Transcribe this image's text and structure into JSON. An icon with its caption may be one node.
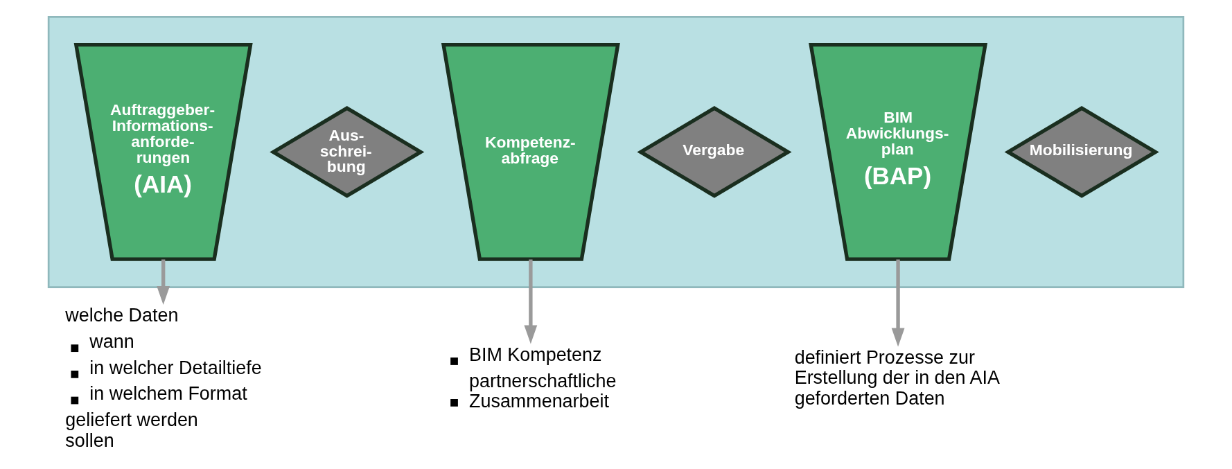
{
  "diagram": {
    "nodes": [
      {
        "text": [],
        "shape": "arrow"
      },
      {
        "text": [
          "Auftraggeber- Informations- anforde- rungen",
          "(AIA)"
        ],
        "in": 0
      },
      {
        "text": [
          "Aus- schrei- bung"
        ],
        "in": 0
      },
      {
        "text": [
          "Kompetenz- abfrage"
        ],
        "in": 0
      },
      {
        "text": [
          "Vergabe"
        ],
        "in": 0
      },
      {
        "text": [
          "BIM Abwicklungs- plan",
          "(BAP)"
        ],
        "in": 0
      },
      {
        "text": [
          "Mobilisierung"
        ],
        "in": 0
      },
      {
        "text": [
          "welche Daten",
          "wann",
          "in welcher Detailtiefe",
          "in welchem Format",
          "geliefert werden sollen"
        ]
      },
      {
        "text": [
          "BIM Kompetenz",
          "partnerschaftliche Zusammenarbeit"
        ]
      },
      {
        "text": [
          "definiert Prozesse zur Erstellung der in den AIA geforderten Daten"
        ]
      }
    ],
    "edges": [
      {
        "from": 1,
        "to": 7,
        "arrow": "to"
      },
      {
        "from": 3,
        "to": 8,
        "arrow": "to"
      },
      {
        "from": 5,
        "to": 9,
        "arrow": "to"
      }
    ]
  }
}
